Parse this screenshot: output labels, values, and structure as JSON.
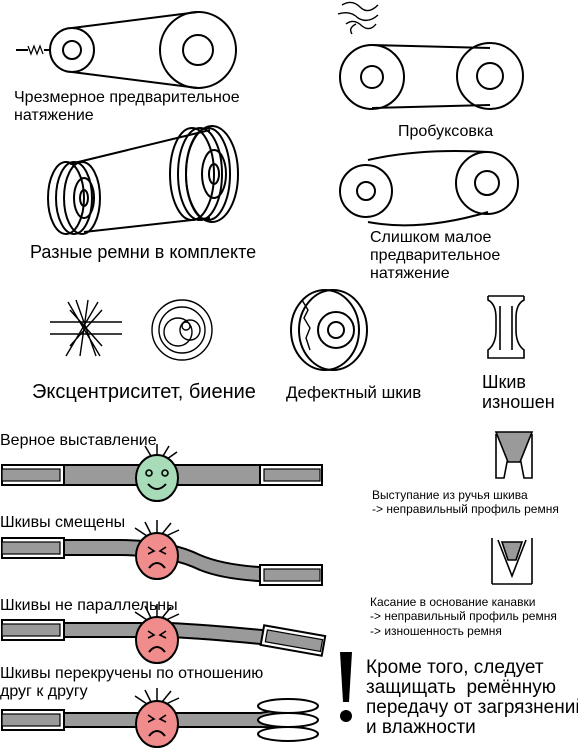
{
  "labels": {
    "overtension": "Чрезмерное предварительное\nнатяжение",
    "slipping": "Пробуксовка",
    "mixed_belts": "Разные ремни в комплекте",
    "undertension": "Слишком малое\nпредварительное\nнатяжение",
    "eccentricity": "Эксцентриситет, биение",
    "defective_pulley": "Дефектный шкив",
    "worn_pulley": "Шкив\nизношен",
    "correct_alignment": "Верное выставление",
    "offset": "Шкивы смещены",
    "not_parallel": "Шкивы не параллельны",
    "twisted": "Шкивы перекручены по отношению\nдруг к другу",
    "protrusion": "Выступание из ручья шкива\n-> неправильный профиль ремня",
    "bottom_contact": "Касание в основание канавки\n-> неправильный профиль ремня\n-> изношенность ремня",
    "protect_note": "Кроме того, следует\nзащищать  ремённую\nпередачу от загрязнений\nи влажности"
  },
  "colors": {
    "happy_face": "#a8dcb8",
    "sad_face": "#f08c8c",
    "belt_gray": "#9a9a9a",
    "line": "#000000"
  }
}
